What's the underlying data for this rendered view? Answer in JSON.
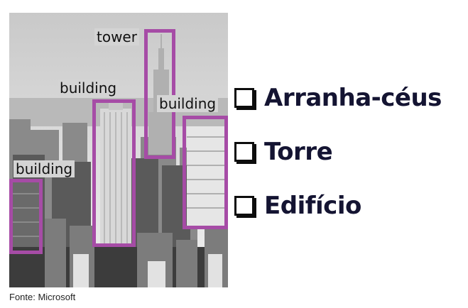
{
  "photo": {
    "labels": {
      "tower": "tower",
      "building_center": "building",
      "building_right": "building",
      "building_left": "building"
    },
    "box_color": "#a64ca6"
  },
  "credit": "Fonte: Microsoft",
  "options": [
    {
      "label": "Arranha-céus"
    },
    {
      "label": "Torre"
    },
    {
      "label": "Edifício"
    }
  ]
}
